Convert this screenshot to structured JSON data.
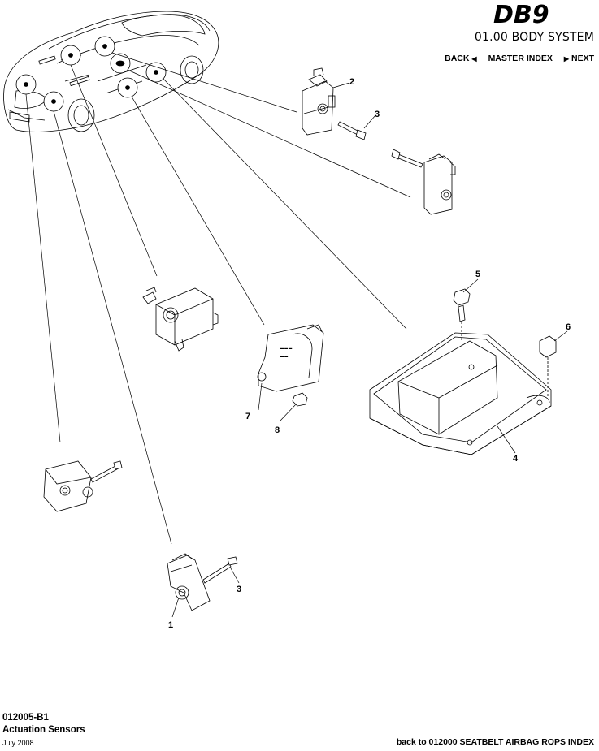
{
  "header": {
    "logo_text": "DB9",
    "system_title": "01.00 BODY SYSTEM",
    "nav": {
      "back": "BACK",
      "master_index": "MASTER INDEX",
      "next": "NEXT"
    }
  },
  "callouts": [
    "2",
    "3",
    "5",
    "6",
    "4",
    "7",
    "8",
    "1",
    "3"
  ],
  "footer": {
    "code": "012005-B1",
    "title": "Actuation Sensors",
    "date": "July 2008",
    "back_link": "back to 012000 SEATBELT AIRBAG ROPS INDEX"
  },
  "colors": {
    "ink": "#000000",
    "paper": "#ffffff"
  }
}
